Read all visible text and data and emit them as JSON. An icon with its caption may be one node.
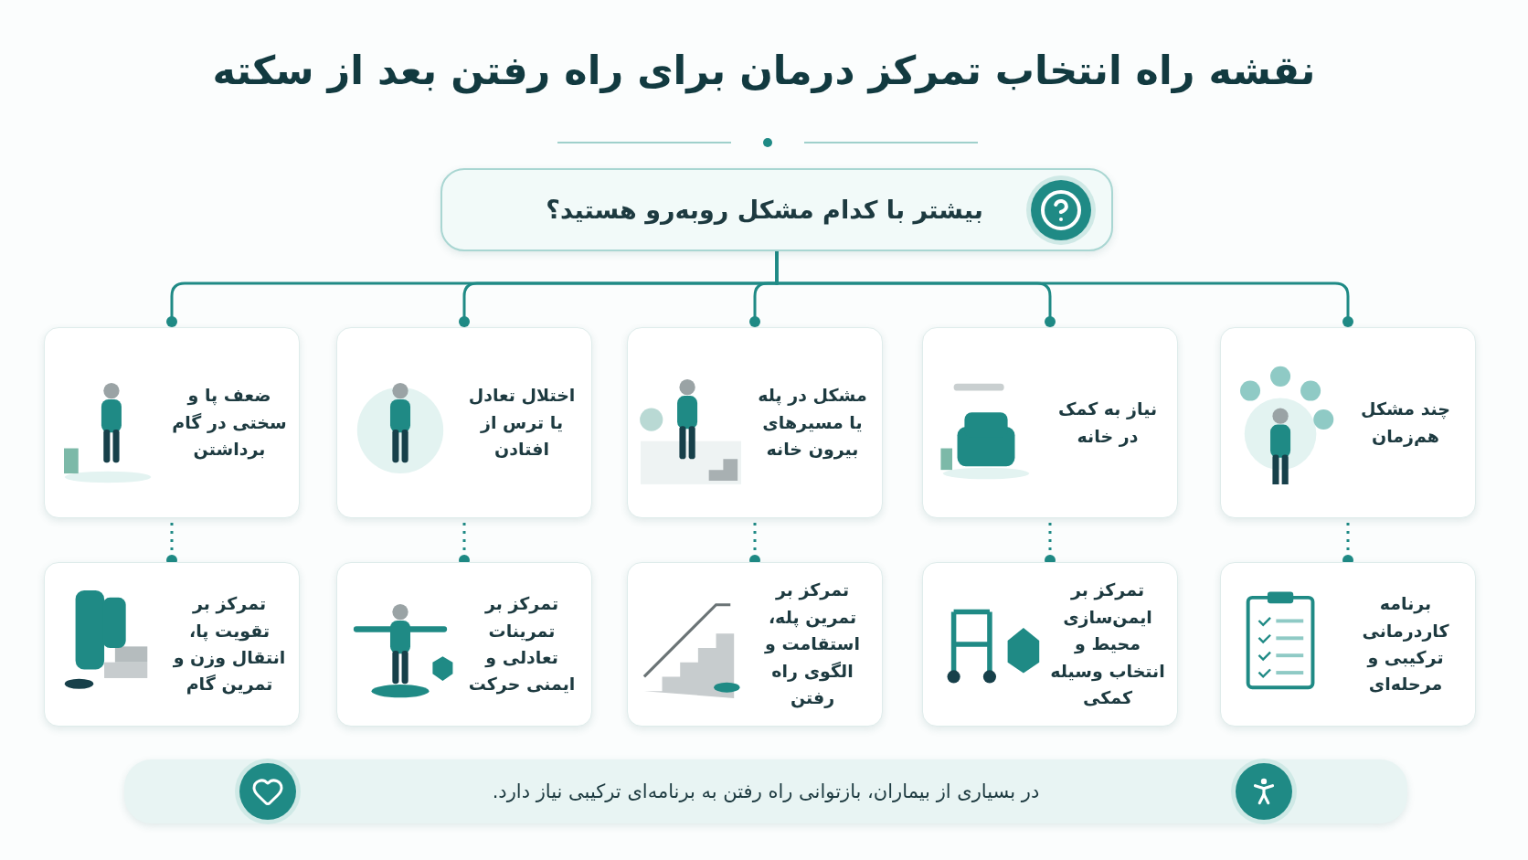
{
  "diagram": {
    "title": "نقشه راه انتخاب تمرکز درمان برای راه رفتن بعد از سکته",
    "nodes": [
      {
        "text": [
          "بیشتر با کدام مشکل روبه‌رو هستید؟"
        ]
      },
      {
        "text": [
          "چند مشکل هم‌زمان"
        ]
      },
      {
        "text": [
          "نیاز به کمک در خانه"
        ]
      },
      {
        "text": [
          "مشکل در پله یا مسیرهای بیرون خانه"
        ]
      },
      {
        "text": [
          "اختلال تعادل یا ترس از افتادن"
        ]
      },
      {
        "text": [
          "ضعف پا و سختی در گام برداشتن"
        ]
      },
      {
        "text": [
          "برنامه کاردرمانی ترکیبی و مرحله‌ای"
        ]
      },
      {
        "text": [
          "تمرکز بر ایمن‌سازی محیط و انتخاب وسیله کمکی"
        ]
      },
      {
        "text": [
          "تمرکز بر تمرین پله، استقامت و الگوی راه رفتن"
        ]
      },
      {
        "text": [
          "تمرکز بر تمرینات تعادلی و ایمنی حرکت"
        ]
      },
      {
        "text": [
          "تمرکز بر تقویت پا، انتقال وزن و تمرین گام"
        ]
      },
      {
        "text": [
          "در بسیاری از بیماران، بازتوانی راه رفتن به برنامه‌ای ترکیبی نیاز دارد."
        ]
      }
    ],
    "edges": [
      {
        "from": 0,
        "to": 1,
        "arrow": "other"
      },
      {
        "from": 0,
        "to": 2,
        "arrow": "other"
      },
      {
        "from": 0,
        "to": 3,
        "arrow": "other"
      },
      {
        "from": 0,
        "to": 4,
        "arrow": "other"
      },
      {
        "from": 0,
        "to": 5,
        "arrow": "other"
      },
      {
        "from": 1,
        "to": 6,
        "arrow": "other",
        "style": "dashed"
      },
      {
        "from": 2,
        "to": 7,
        "arrow": "other",
        "style": "dashed"
      },
      {
        "from": 3,
        "to": 8,
        "arrow": "other",
        "style": "dashed"
      },
      {
        "from": 4,
        "to": 9,
        "arrow": "other",
        "style": "dashed"
      },
      {
        "from": 5,
        "to": 10,
        "arrow": "other",
        "style": "dashed"
      }
    ]
  }
}
